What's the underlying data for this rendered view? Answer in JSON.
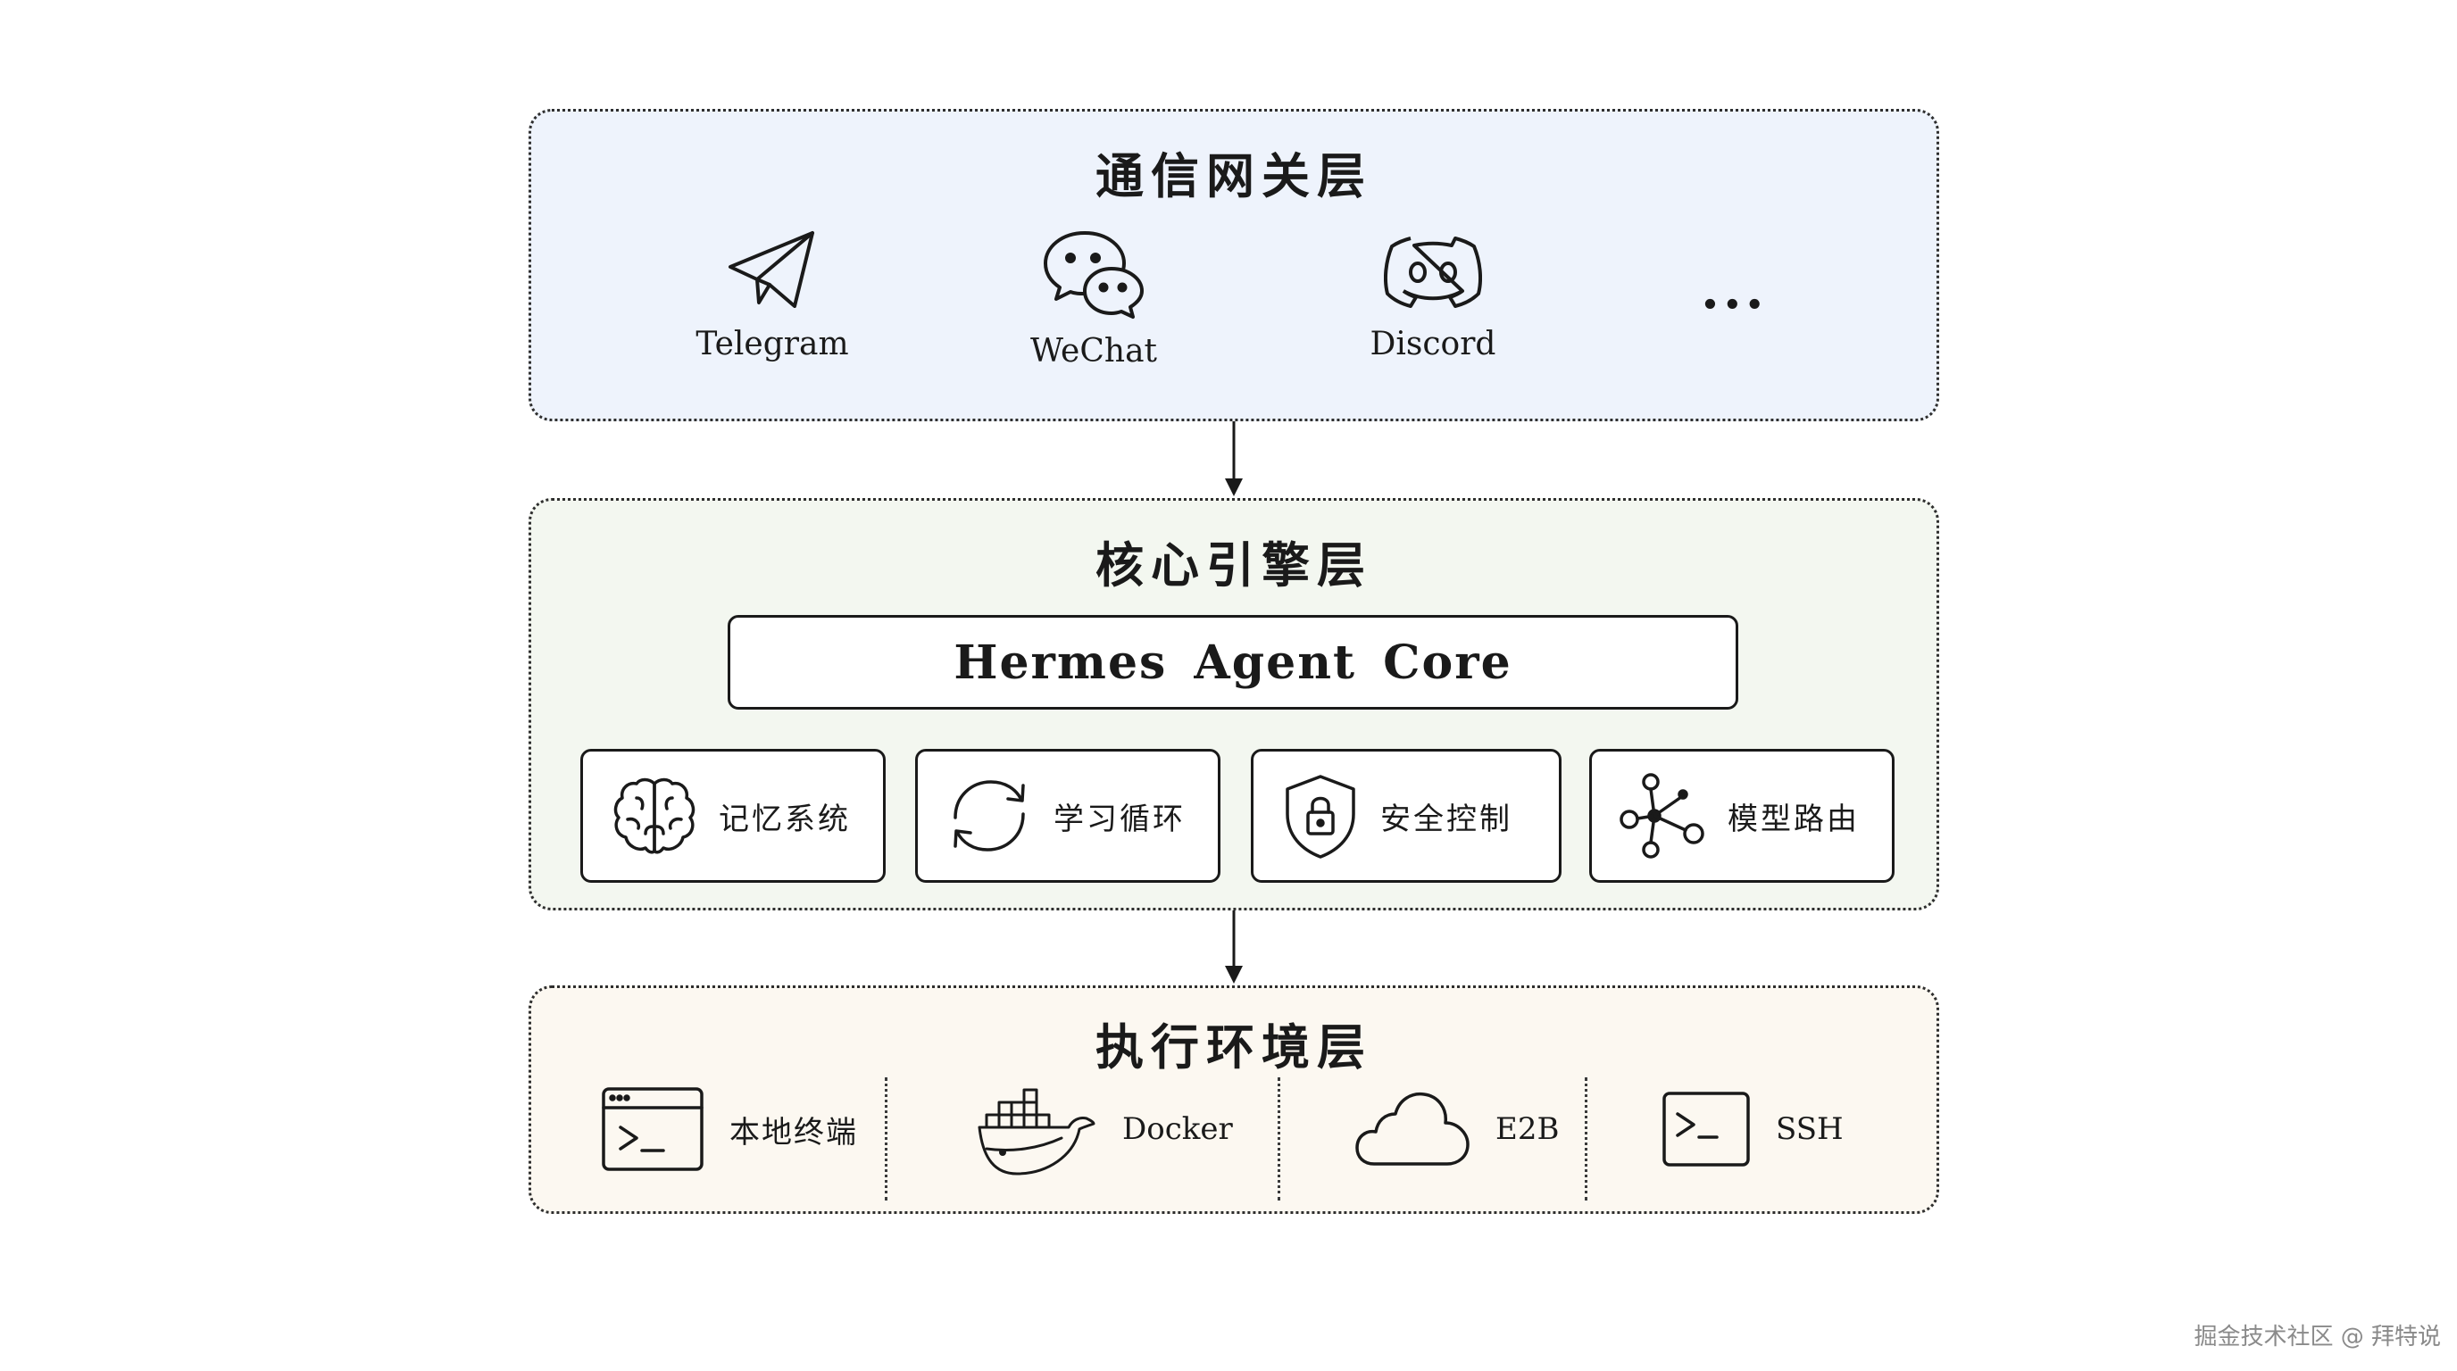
{
  "gateway_layer": {
    "title": "通信网关层",
    "channels": [
      {
        "label": "Telegram",
        "icon": "telegram-icon"
      },
      {
        "label": "WeChat",
        "icon": "wechat-icon"
      },
      {
        "label": "Discord",
        "icon": "discord-icon"
      }
    ],
    "more": "..."
  },
  "core_layer": {
    "title": "核心引擎层",
    "core_label": "Hermes  Agent Core",
    "modules": [
      {
        "label": "记忆系统",
        "icon": "brain-icon"
      },
      {
        "label": "学习循环",
        "icon": "cycle-icon"
      },
      {
        "label": "安全控制",
        "icon": "shield-lock-icon"
      },
      {
        "label": "模型路由",
        "icon": "network-icon"
      }
    ]
  },
  "exec_layer": {
    "title": "执行环境层",
    "environments": [
      {
        "label": "本地终端",
        "icon": "terminal-window-icon"
      },
      {
        "label": "Docker",
        "icon": "docker-icon"
      },
      {
        "label": "E2B",
        "icon": "cloud-icon"
      },
      {
        "label": "SSH",
        "icon": "terminal-icon"
      }
    ]
  },
  "credit": "掘金技术社区 @ 拜特说"
}
